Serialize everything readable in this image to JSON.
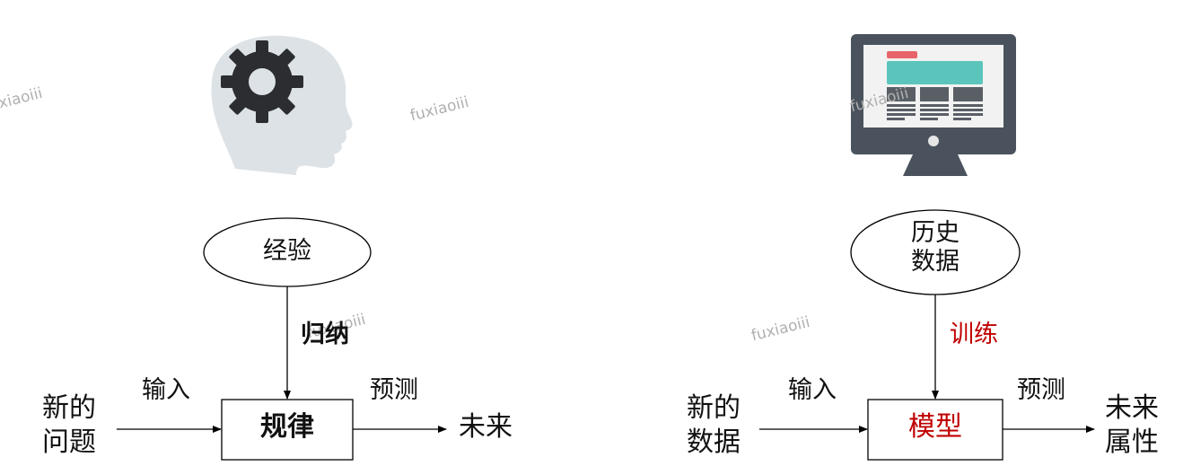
{
  "left": {
    "source_label": "经验",
    "process_label": "归纳",
    "input_label": "输入",
    "output_label": "预测",
    "input_node": "新的\n问题",
    "core_node": "规律",
    "output_node": "未来"
  },
  "right": {
    "source_label": "历史\n数据",
    "process_label": "训练",
    "input_label": "输入",
    "output_label": "预测",
    "input_node": "新的\n数据",
    "core_node": "模型",
    "output_node": "未来\n属性"
  },
  "watermark": "fuxiaoiii",
  "icons": {
    "left": "head-gear-icon",
    "right": "computer-monitor-icon"
  },
  "colors": {
    "highlight_text": "#c00000",
    "head_fill": "#dde2e6",
    "gear_fill": "#2b2d30",
    "monitor_body": "#4a535d",
    "monitor_screen": "#f2f2f2",
    "accent_teal": "#5bc5bb",
    "accent_red": "#e8646a"
  }
}
